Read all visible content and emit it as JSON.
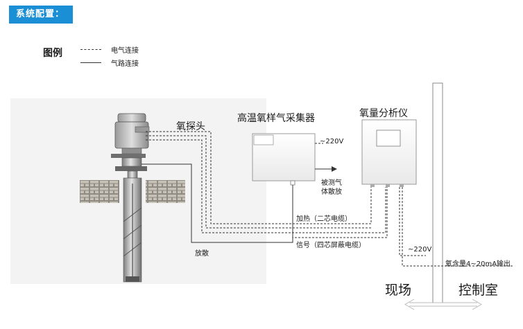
{
  "header": {
    "title": "系统配置："
  },
  "legend": {
    "title": "图例",
    "items": [
      {
        "style": "dashed",
        "label": "电气连接"
      },
      {
        "style": "solid",
        "label": "气路连接"
      }
    ]
  },
  "components": {
    "probe": "氧探头",
    "collector": "高温氧样气采集器",
    "analyzer": "氧量分析仪"
  },
  "annotations": {
    "collector_power": "~220V",
    "exhaust": [
      "被测气",
      "体散放"
    ],
    "heating_cable": "加热（二芯电缆）",
    "signal_cable": "信号（四芯屏蔽电缆）",
    "vent": "放散",
    "analyzer_power": "~220V",
    "output": "氧含量4~20mA输出"
  },
  "zones": {
    "field": "现场",
    "control": "控制室"
  },
  "colors": {
    "header_bg": "#1a8fd6",
    "field_bg": "#f3f3f3",
    "line": "#333333"
  }
}
